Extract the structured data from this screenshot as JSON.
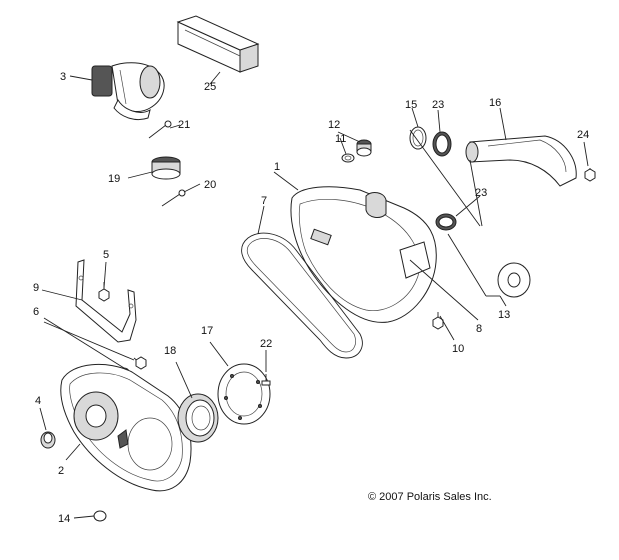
{
  "diagram": {
    "callouts": {
      "c1": "1",
      "c2": "2",
      "c3": "3",
      "c4": "4",
      "c5": "5",
      "c6": "6",
      "c7": "7",
      "c8": "8",
      "c9": "9",
      "c10": "10",
      "c11": "11",
      "c12": "12",
      "c13": "13",
      "c14": "14",
      "c15": "15",
      "c16": "16",
      "c17": "17",
      "c18": "18",
      "c19": "19",
      "c20": "20",
      "c21": "21",
      "c22": "22",
      "c23a": "23",
      "c23b": "23",
      "c24": "24",
      "c25": "25"
    },
    "copyright": "© 2007 Polaris Sales Inc."
  }
}
